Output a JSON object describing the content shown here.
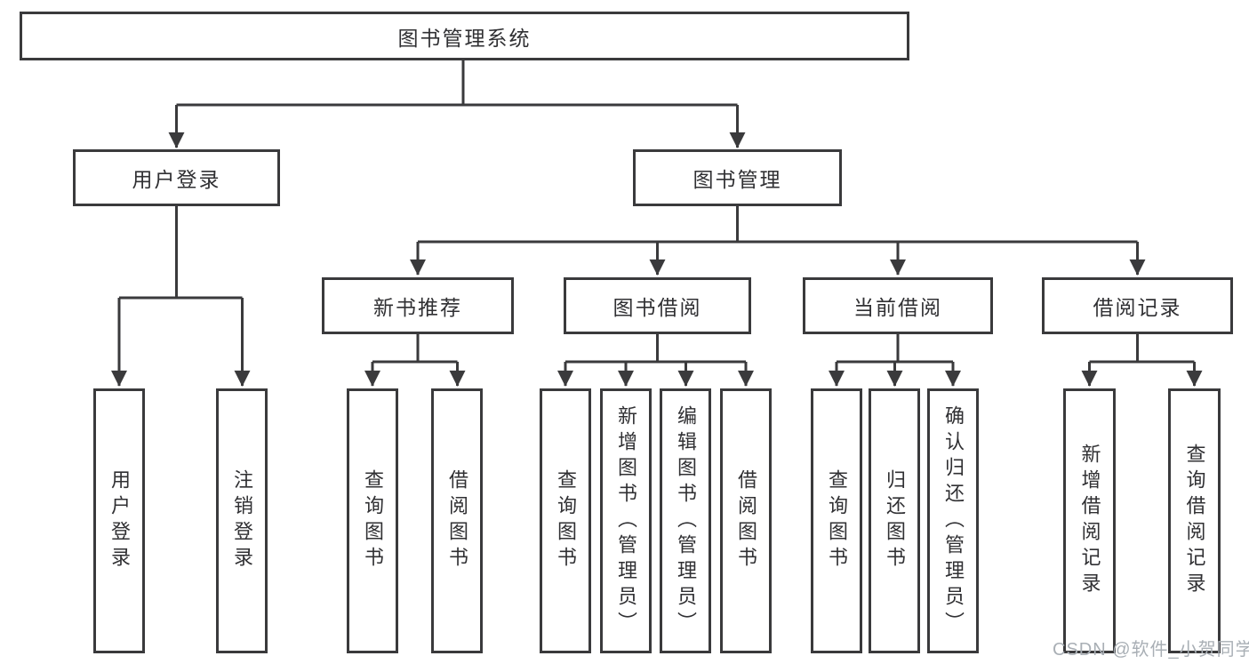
{
  "diagram": {
    "title": "图书管理系统",
    "branches": [
      {
        "label": "用户登录",
        "children": [
          {
            "label": "用户登录"
          },
          {
            "label": "注销登录"
          }
        ]
      },
      {
        "label": "图书管理",
        "groups": [
          {
            "label": "新书推荐",
            "children": [
              {
                "label": "查询图书"
              },
              {
                "label": "借阅图书"
              }
            ]
          },
          {
            "label": "图书借阅",
            "children": [
              {
                "label": "查询图书"
              },
              {
                "label": "新增图书（管理员）"
              },
              {
                "label": "编辑图书（管理员）"
              },
              {
                "label": "借阅图书"
              }
            ]
          },
          {
            "label": "当前借阅",
            "children": [
              {
                "label": "查询图书"
              },
              {
                "label": "归还图书"
              },
              {
                "label": "确认归还（管理员）"
              }
            ]
          },
          {
            "label": "借阅记录",
            "children": [
              {
                "label": "新增借阅记录"
              },
              {
                "label": "查询借阅记录"
              }
            ]
          }
        ]
      }
    ]
  },
  "watermark": "CSDN @软件_小贺同学",
  "colors": {
    "line": "#3a3a3c",
    "text": "#303033",
    "watermark": "#a9afb5",
    "background": "#ffffff"
  }
}
